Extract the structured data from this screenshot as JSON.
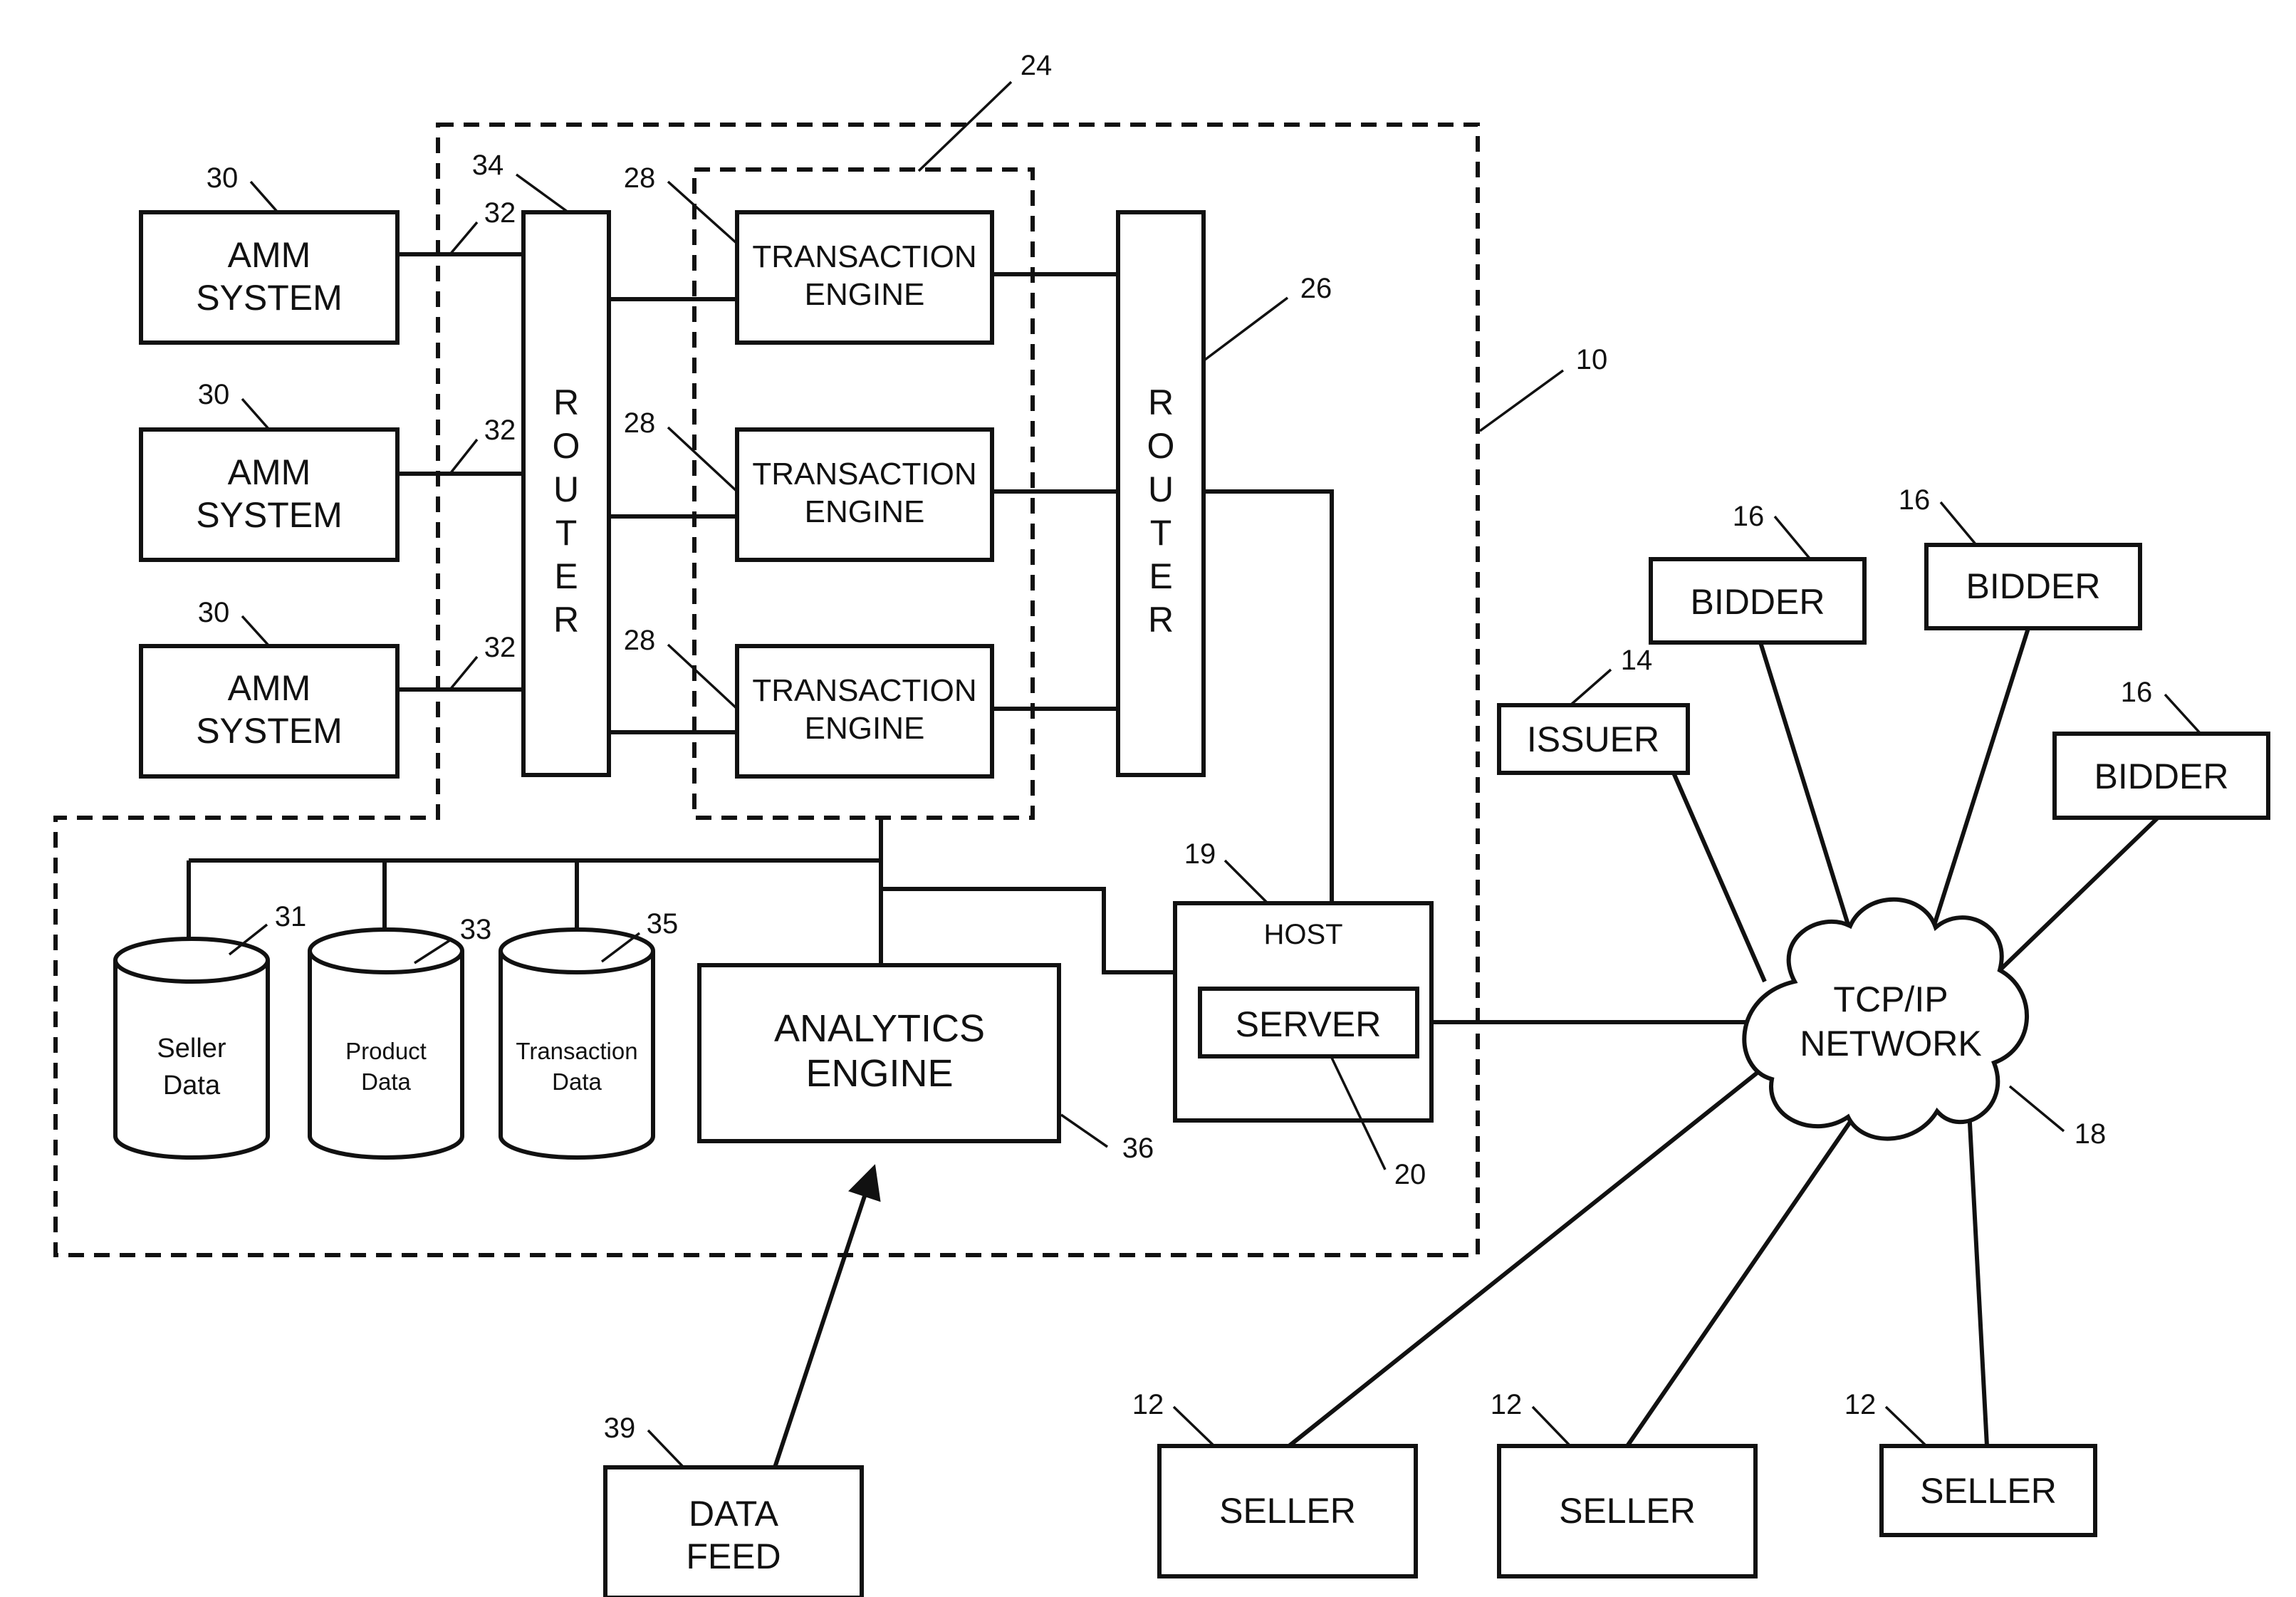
{
  "diagram": {
    "amm_systems": [
      {
        "ref": "30",
        "wire_ref": "32",
        "line1": "AMM",
        "line2": "SYSTEM"
      },
      {
        "ref": "30",
        "wire_ref": "32",
        "line1": "AMM",
        "line2": "SYSTEM"
      },
      {
        "ref": "30",
        "wire_ref": "32",
        "line1": "AMM",
        "line2": "SYSTEM"
      }
    ],
    "router_left": {
      "ref": "34",
      "letters": [
        "R",
        "O",
        "U",
        "T",
        "E",
        "R"
      ]
    },
    "transaction_engines": [
      {
        "ref": "28",
        "line1": "TRANSACTION",
        "line2": "ENGINE"
      },
      {
        "ref": "28",
        "line1": "TRANSACTION",
        "line2": "ENGINE"
      },
      {
        "ref": "28",
        "line1": "TRANSACTION",
        "line2": "ENGINE"
      }
    ],
    "engine_group_ref": "24",
    "router_right": {
      "ref": "26",
      "letters": [
        "R",
        "O",
        "U",
        "T",
        "E",
        "R"
      ]
    },
    "system_ref": "10",
    "databases": [
      {
        "ref": "31",
        "line1": "Seller",
        "line2": "Data"
      },
      {
        "ref": "33",
        "line1": "Product",
        "line2": "Data"
      },
      {
        "ref": "35",
        "line1": "Transaction",
        "line2": "Data"
      }
    ],
    "analytics_engine": {
      "ref": "36",
      "line1": "ANALYTICS",
      "line2": "ENGINE"
    },
    "host": {
      "ref": "19",
      "label": "HOST"
    },
    "server": {
      "ref": "20",
      "label": "SERVER"
    },
    "data_feed": {
      "ref": "39",
      "line1": "DATA",
      "line2": "FEED"
    },
    "network": {
      "ref": "18",
      "line1": "TCP/IP",
      "line2": "NETWORK"
    },
    "issuer": {
      "ref": "14",
      "label": "ISSUER"
    },
    "bidders": [
      {
        "ref": "16",
        "label": "BIDDER"
      },
      {
        "ref": "16",
        "label": "BIDDER"
      },
      {
        "ref": "16",
        "label": "BIDDER"
      }
    ],
    "sellers": [
      {
        "ref": "12",
        "label": "SELLER"
      },
      {
        "ref": "12",
        "label": "SELLER"
      },
      {
        "ref": "12",
        "label": "SELLER"
      }
    ]
  }
}
